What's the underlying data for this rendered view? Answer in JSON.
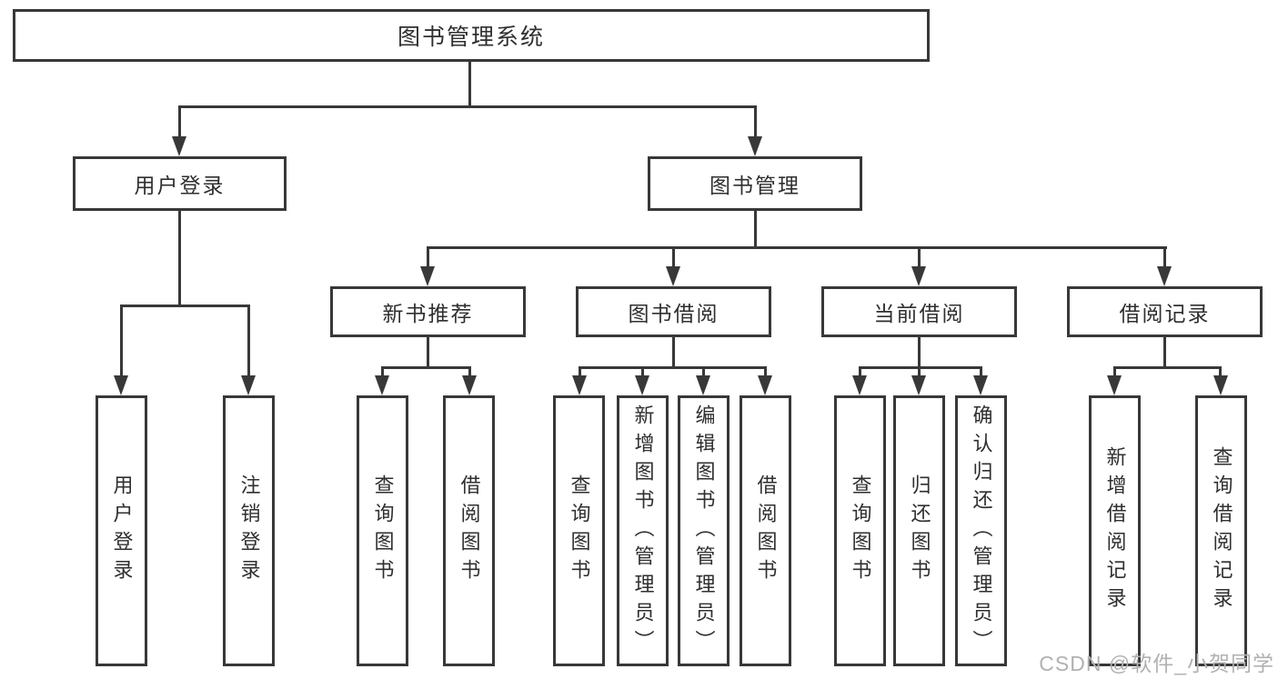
{
  "diagram": {
    "type": "hierarchy-tree",
    "title": "图书管理系统",
    "colors": {
      "line": "#383838",
      "text": "#2f2f2f",
      "box_bg": "#ffffff",
      "watermark": "#b1b1b1"
    },
    "tree": {
      "label": "图书管理系统",
      "children": [
        {
          "label": "用户登录",
          "children": [
            {
              "label": "用户登录"
            },
            {
              "label": "注销登录"
            }
          ]
        },
        {
          "label": "图书管理",
          "children": [
            {
              "label": "新书推荐",
              "children": [
                {
                  "label": "查询图书"
                },
                {
                  "label": "借阅图书"
                }
              ]
            },
            {
              "label": "图书借阅",
              "children": [
                {
                  "label": "查询图书"
                },
                {
                  "label": "新增图书（管理员）"
                },
                {
                  "label": "编辑图书（管理员）"
                },
                {
                  "label": "借阅图书"
                }
              ]
            },
            {
              "label": "当前借阅",
              "children": [
                {
                  "label": "查询图书"
                },
                {
                  "label": "归还图书"
                },
                {
                  "label": "确认归还（管理员）"
                }
              ]
            },
            {
              "label": "借阅记录",
              "children": [
                {
                  "label": "新增借阅记录"
                },
                {
                  "label": "查询借阅记录"
                }
              ]
            }
          ]
        }
      ]
    },
    "watermark": "CSDN @软件_小贺同学"
  }
}
